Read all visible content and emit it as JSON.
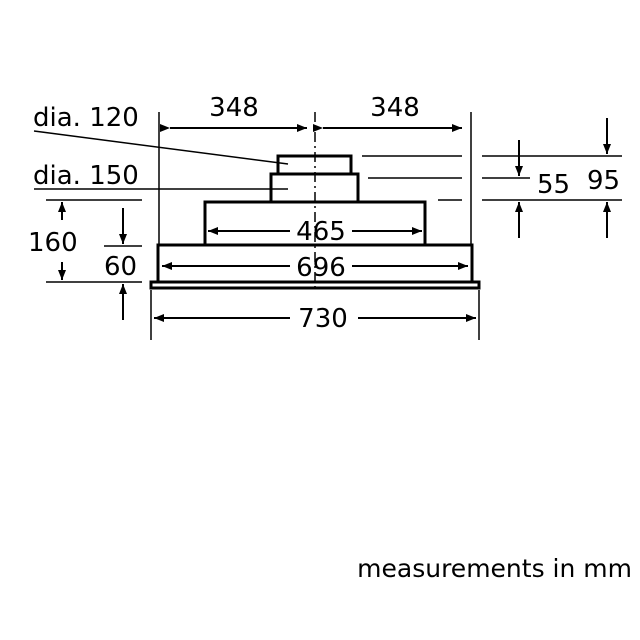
{
  "labels": {
    "dia_small": "dia. 120",
    "dia_large": "dia. 150",
    "left_half": "348",
    "right_half": "348",
    "step_width": "465",
    "inner_width": "696",
    "total_width": "730",
    "h160": "160",
    "h60": "60",
    "h55": "55",
    "h95": "95"
  },
  "footer": {
    "note": "measurements in mm"
  }
}
